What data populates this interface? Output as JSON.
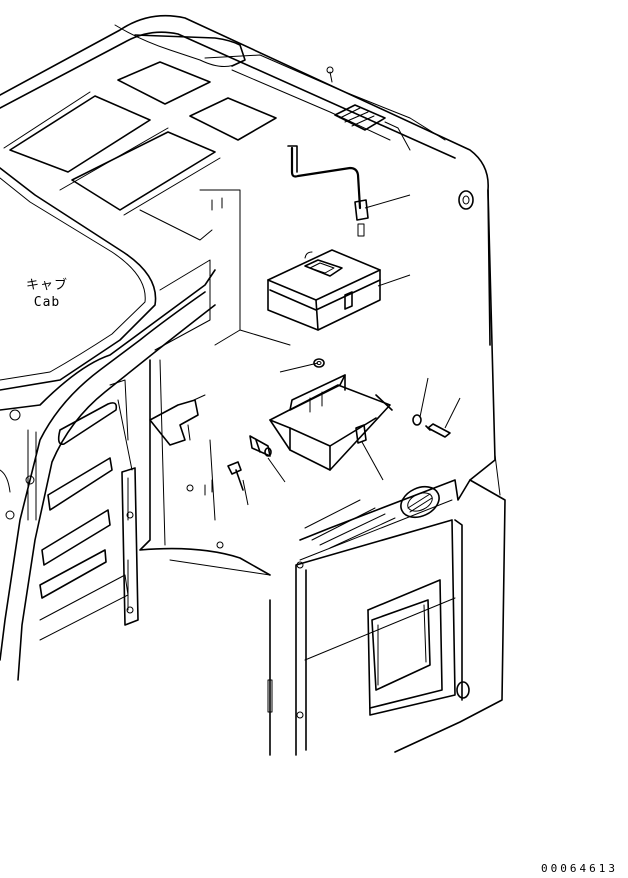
{
  "labels": {
    "cab_jp": "キャブ",
    "cab_en": "Cab"
  },
  "drawing_number": "00064613",
  "colors": {
    "line": "#000000",
    "background": "#ffffff"
  }
}
